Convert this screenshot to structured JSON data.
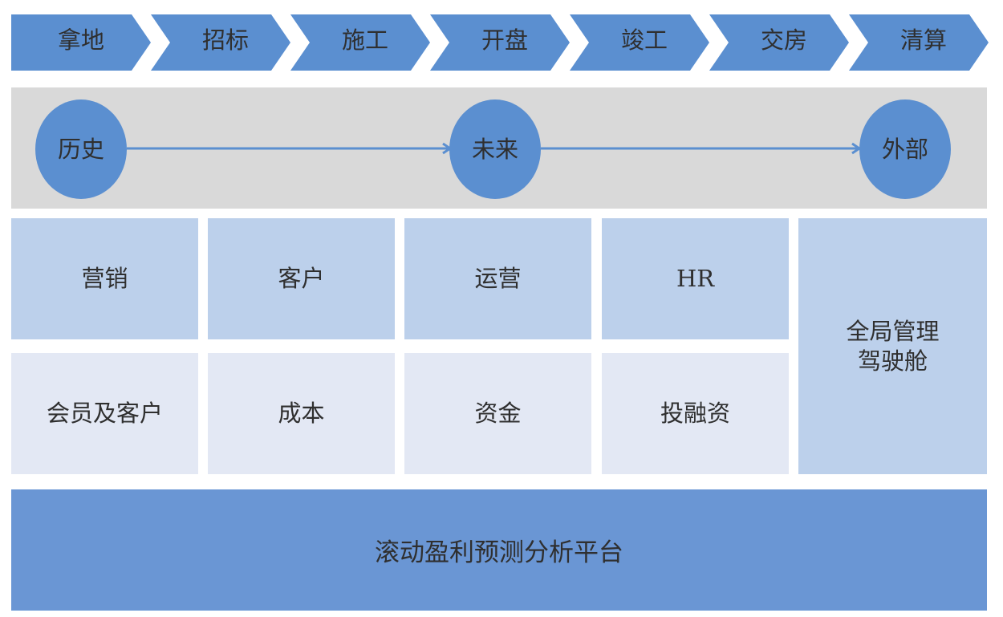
{
  "stages": [
    "拿地",
    "招标",
    "施工",
    "开盘",
    "竣工",
    "交房",
    "清算"
  ],
  "timeline": {
    "nodes": [
      "历史",
      "未来",
      "外部"
    ]
  },
  "modules": {
    "top": [
      "营销",
      "客户",
      "运营",
      "HR"
    ],
    "bottom": [
      "会员及客户",
      "成本",
      "资金",
      "投融资"
    ],
    "side": {
      "line1": "全局管理",
      "line2": "驾驶舱"
    }
  },
  "platform": "滚动盈利预测分析平台",
  "colors": {
    "chevron": "#5b8fd0",
    "timeline_bg": "#d9d9d9",
    "node": "#5b8fd0",
    "arrow": "#5b8fd0",
    "module_top": "#bcd0eb",
    "module_bottom": "#e3e8f4",
    "platform": "#6a96d4"
  }
}
